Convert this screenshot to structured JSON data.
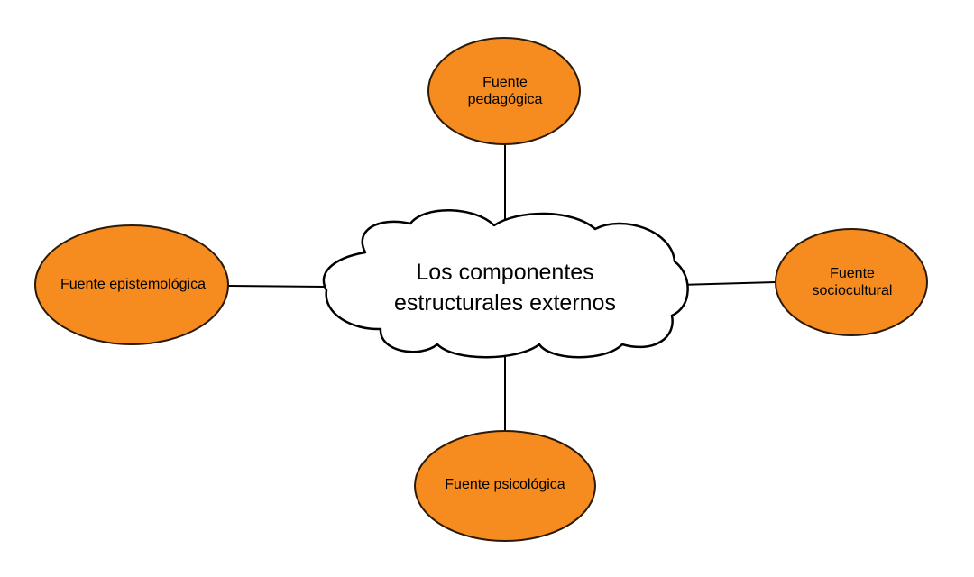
{
  "colors": {
    "ellipse_fill": "#F68C1F",
    "stroke": "#2B1A08",
    "cloud_fill": "#FFFFFF",
    "connector": "#000000"
  },
  "center": {
    "shape": "cloud",
    "label": "Los componentes estructurales externos"
  },
  "nodes": {
    "top": {
      "shape": "ellipse",
      "label": "Fuente pedagógica"
    },
    "left": {
      "shape": "ellipse",
      "label": "Fuente epistemológica"
    },
    "right": {
      "shape": "ellipse",
      "label": "Fuente sociocultural"
    },
    "bottom": {
      "shape": "ellipse",
      "label": "Fuente psicológica"
    }
  }
}
